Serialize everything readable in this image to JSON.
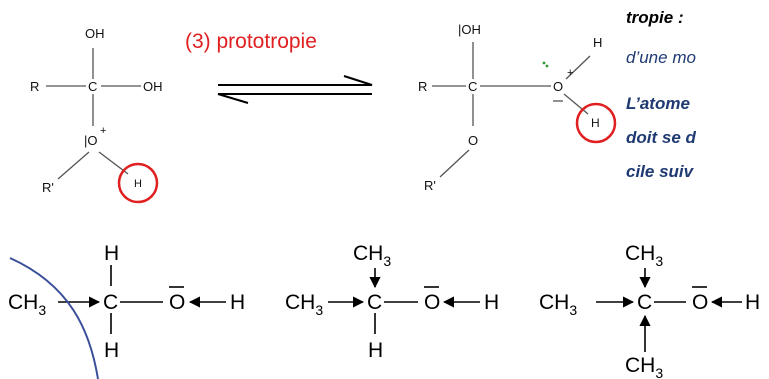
{
  "colors": {
    "bond": "#555555",
    "text": "#111111",
    "highlight": "#e02020",
    "side_text": "#1f3a73",
    "curve": "#3a4f9a"
  },
  "reaction": {
    "label": "(3) prototropie"
  },
  "left_molecule": {
    "oh_top": "OH",
    "r": "R",
    "c": "C",
    "oh_right": "OH",
    "o_plus": "|O",
    "plus": "+",
    "r_prime": "R'",
    "h_circled": "H"
  },
  "right_molecule": {
    "oh_top": "|OH",
    "r": "R",
    "c": "C",
    "o_right": "O",
    "plus": "+",
    "h_top": "H",
    "h_circled": "H",
    "o_bottom": "O",
    "r_prime": "R'"
  },
  "side_text": {
    "line1": "tropie :",
    "line2": "d’une mo",
    "line3": "L’atome",
    "line4": "doit se d",
    "line5": "cile suiv"
  },
  "alcohols": [
    {
      "left": "CH",
      "sub": "3",
      "c": "C",
      "o": "O",
      "h": "H",
      "top": "H",
      "top_sub": "",
      "bottom": "H",
      "bottom_sub": ""
    },
    {
      "left": "CH",
      "sub": "3",
      "c": "C",
      "o": "O",
      "h": "H",
      "top": "CH",
      "top_sub": "3",
      "bottom": "H",
      "bottom_sub": ""
    },
    {
      "left": "CH",
      "sub": "3",
      "c": "C",
      "o": "O",
      "h": "H",
      "top": "CH",
      "top_sub": "3",
      "bottom": "CH",
      "bottom_sub": "3"
    }
  ]
}
